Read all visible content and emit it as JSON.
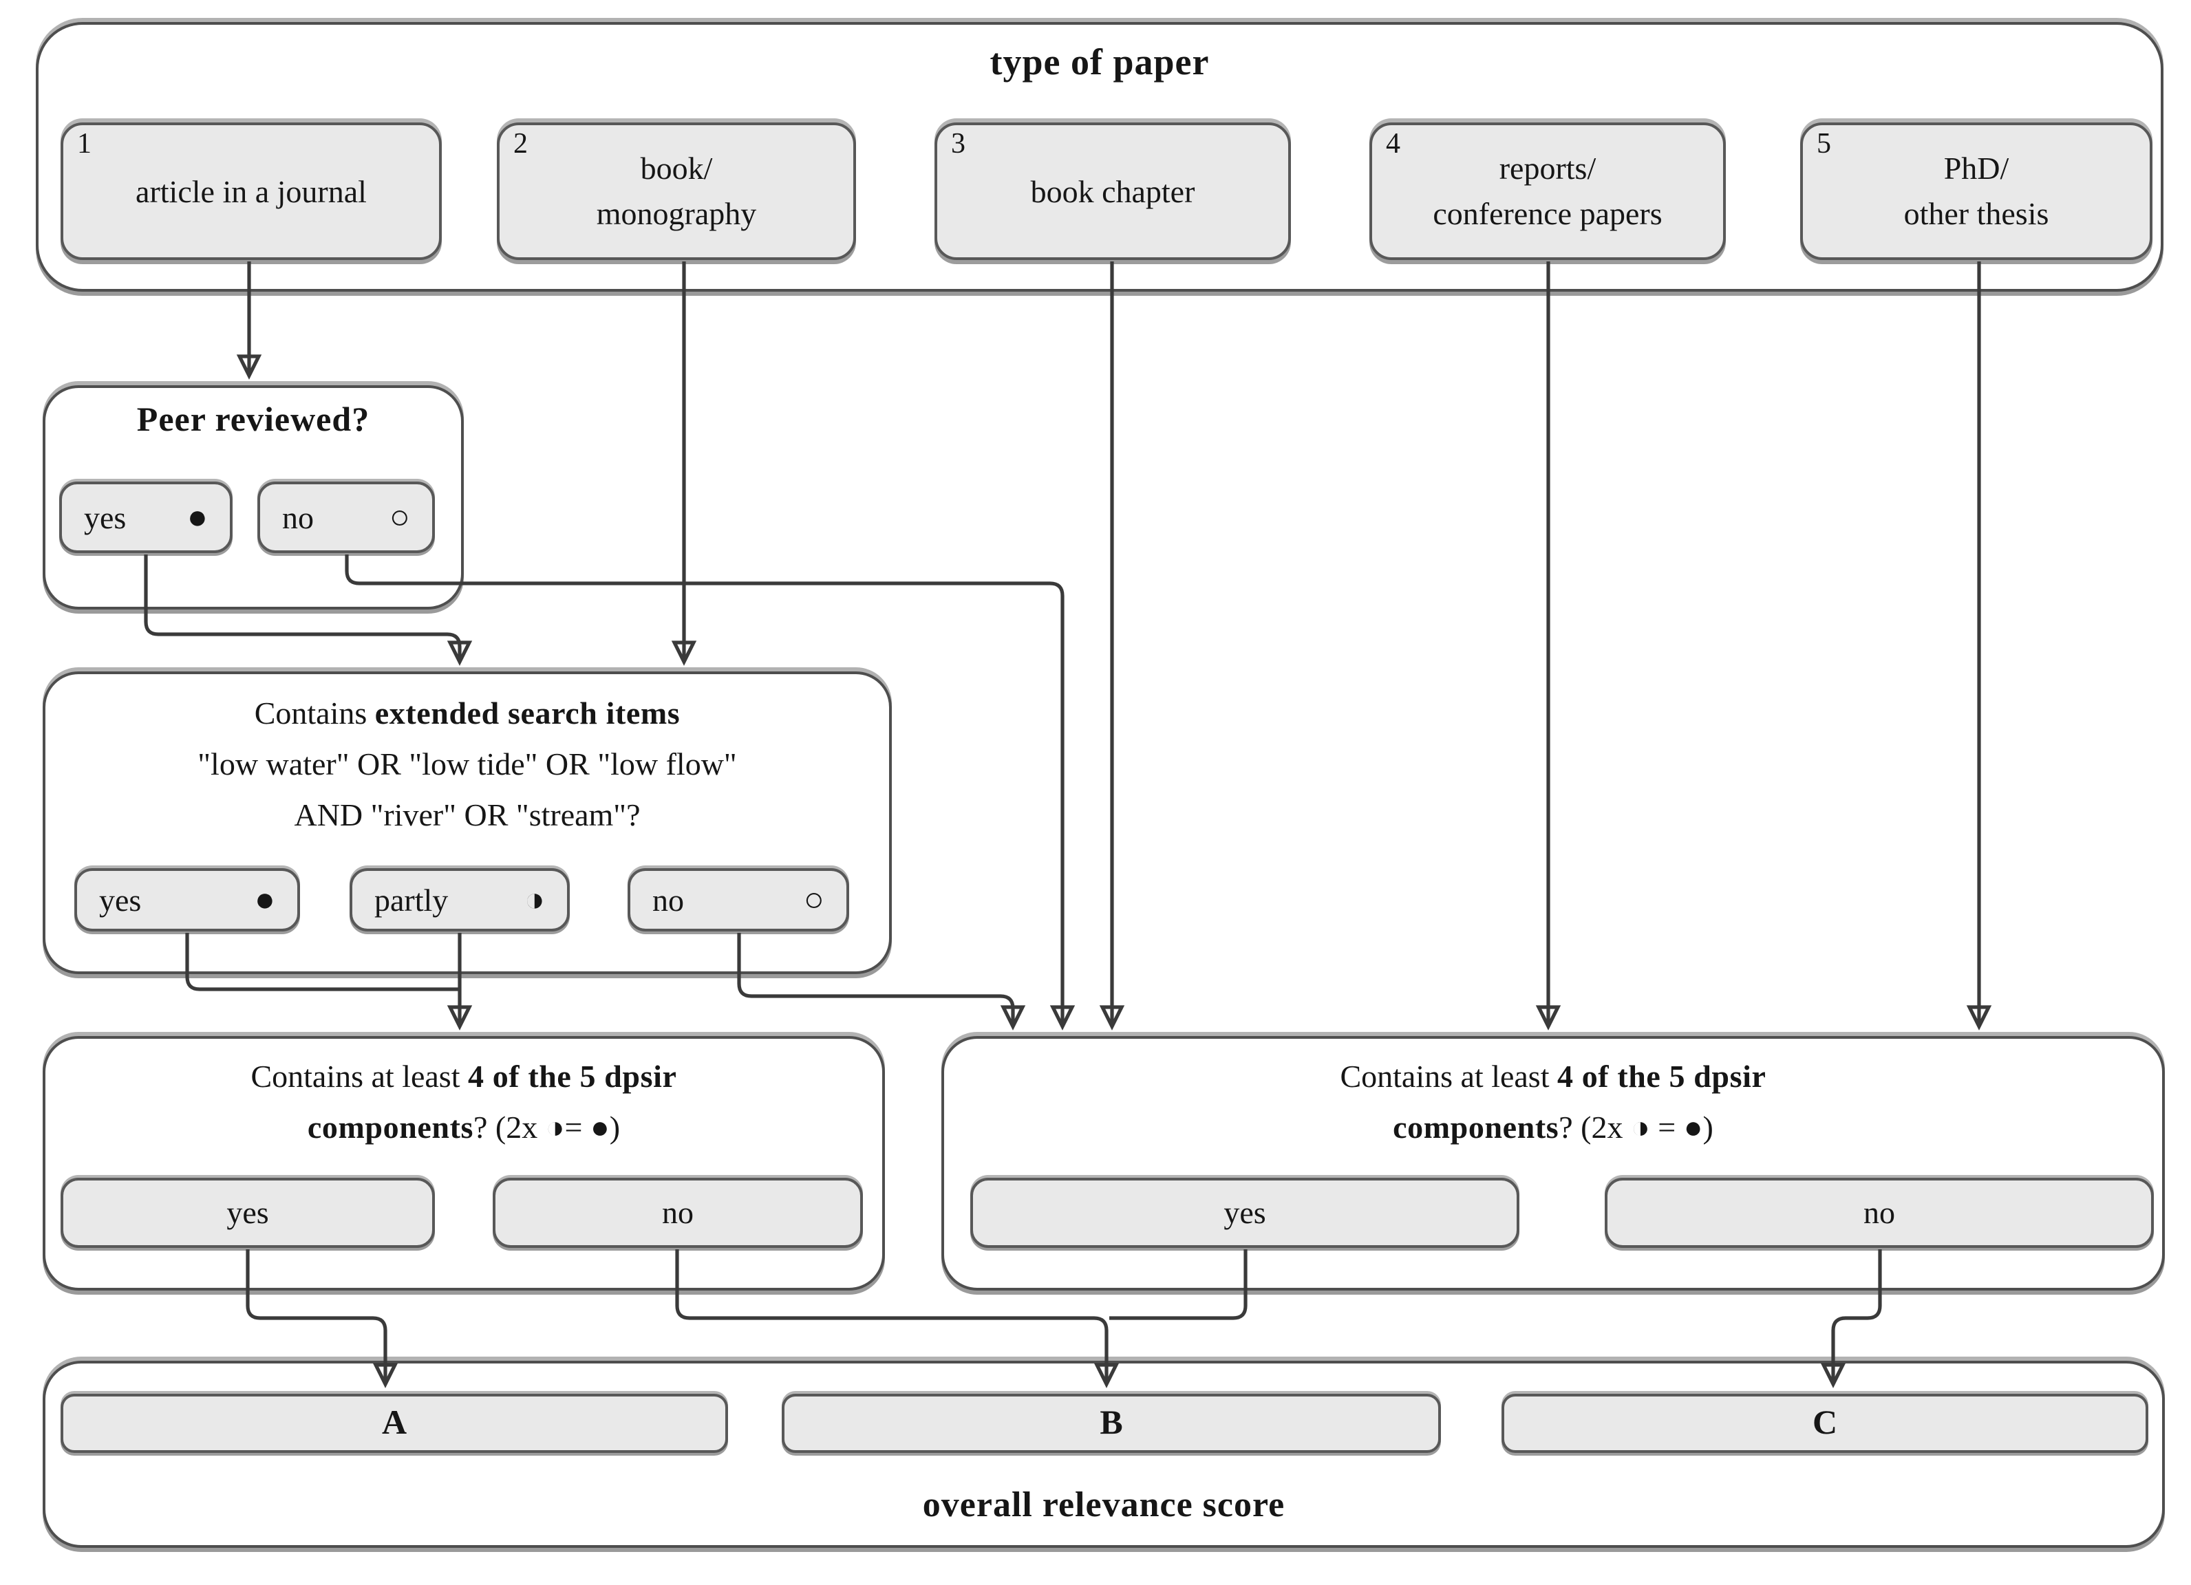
{
  "diagram": {
    "type_of_paper": {
      "title": "type of paper",
      "items": [
        {
          "number": "1",
          "lines": [
            "article in a journal"
          ]
        },
        {
          "number": "2",
          "lines": [
            "book/",
            "monography"
          ]
        },
        {
          "number": "3",
          "lines": [
            "book chapter"
          ]
        },
        {
          "number": "4",
          "lines": [
            "reports/",
            "conference papers"
          ]
        },
        {
          "number": "5",
          "lines": [
            "PhD/",
            "other thesis"
          ]
        }
      ]
    },
    "peer_reviewed": {
      "title_bold": "Peer reviewed",
      "title_suffix": "?",
      "options": [
        {
          "label": "yes",
          "symbol": "●"
        },
        {
          "label": "no",
          "symbol": "○"
        }
      ]
    },
    "extended_search": {
      "line1_regular": "Contains ",
      "line1_bold": "extended search items",
      "line2": "\"low water\" OR \"low tide\" OR \"low flow\"",
      "line3": "AND \"river\" OR \"stream\"?",
      "options": [
        {
          "label": "yes",
          "symbol": "●"
        },
        {
          "label": "partly",
          "symbol": "◑"
        },
        {
          "label": "no",
          "symbol": "○"
        }
      ]
    },
    "dpsir_left": {
      "line1_regular": "Contains at least ",
      "line1_bold": "4 of the 5 dpsir",
      "line2_bold": "components",
      "line2_suffix": "? (2x ◑= ●)",
      "options": [
        {
          "label": "yes"
        },
        {
          "label": "no"
        }
      ]
    },
    "dpsir_right": {
      "line1_regular": "Contains at least ",
      "line1_bold": "4 of the 5 dpsir",
      "line2_bold": "components",
      "line2_suffix": "? (2x ◑ = ●)",
      "options": [
        {
          "label": "yes"
        },
        {
          "label": "no"
        }
      ]
    },
    "overall_score": {
      "title": "overall relevance score",
      "grades": [
        "A",
        "B",
        "C"
      ]
    }
  }
}
